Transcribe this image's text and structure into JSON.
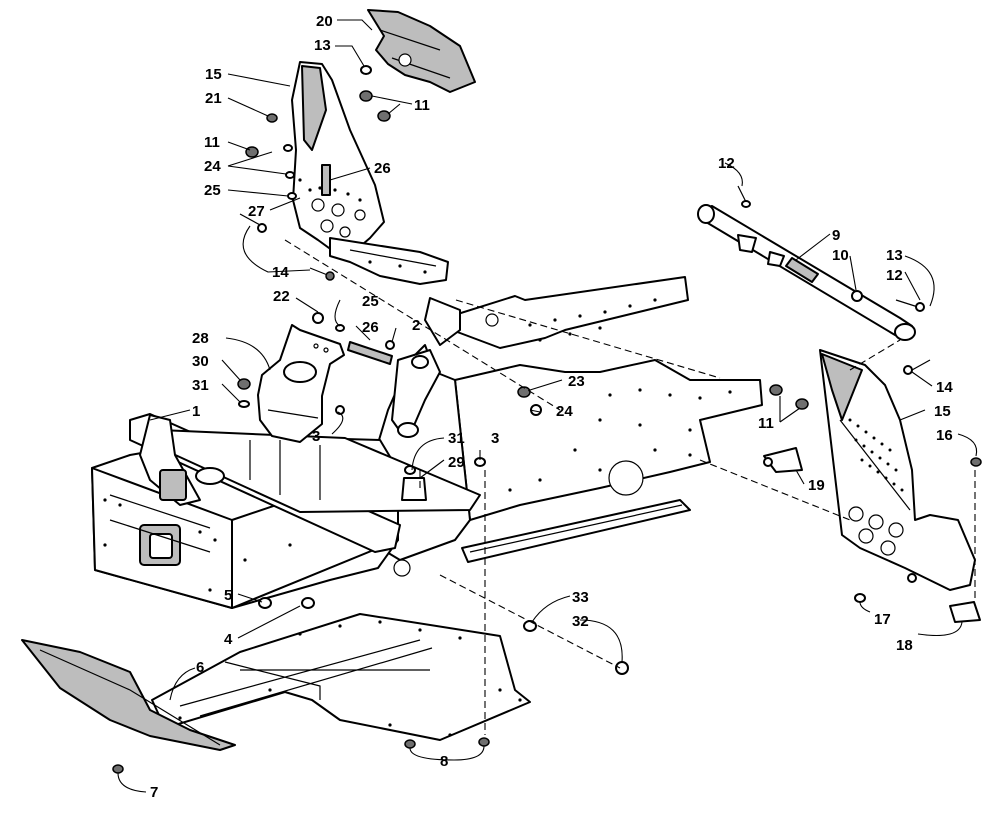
{
  "callouts": [
    {
      "id": "c20",
      "label": "20"
    },
    {
      "id": "c13a",
      "label": "13"
    },
    {
      "id": "c15a",
      "label": "15"
    },
    {
      "id": "c21",
      "label": "21"
    },
    {
      "id": "c11a",
      "label": "11"
    },
    {
      "id": "c11b",
      "label": "11"
    },
    {
      "id": "c24a",
      "label": "24"
    },
    {
      "id": "c26a",
      "label": "26"
    },
    {
      "id": "c25a",
      "label": "25"
    },
    {
      "id": "c27",
      "label": "27"
    },
    {
      "id": "c14a",
      "label": "14"
    },
    {
      "id": "c22",
      "label": "22"
    },
    {
      "id": "c25b",
      "label": "25"
    },
    {
      "id": "c26b",
      "label": "26"
    },
    {
      "id": "c2",
      "label": "2"
    },
    {
      "id": "c28",
      "label": "28"
    },
    {
      "id": "c30",
      "label": "30"
    },
    {
      "id": "c31a",
      "label": "31"
    },
    {
      "id": "c1",
      "label": "1"
    },
    {
      "id": "c3a",
      "label": "3"
    },
    {
      "id": "c23",
      "label": "23"
    },
    {
      "id": "c24b",
      "label": "24"
    },
    {
      "id": "c31b",
      "label": "31"
    },
    {
      "id": "c3b",
      "label": "3"
    },
    {
      "id": "c29",
      "label": "29"
    },
    {
      "id": "c12a",
      "label": "12"
    },
    {
      "id": "c9",
      "label": "9"
    },
    {
      "id": "c10",
      "label": "10"
    },
    {
      "id": "c13b",
      "label": "13"
    },
    {
      "id": "c12b",
      "label": "12"
    },
    {
      "id": "c14b",
      "label": "14"
    },
    {
      "id": "c11c",
      "label": "11"
    },
    {
      "id": "c15b",
      "label": "15"
    },
    {
      "id": "c16",
      "label": "16"
    },
    {
      "id": "c19",
      "label": "19"
    },
    {
      "id": "c17",
      "label": "17"
    },
    {
      "id": "c18",
      "label": "18"
    },
    {
      "id": "c5",
      "label": "5"
    },
    {
      "id": "c4",
      "label": "4"
    },
    {
      "id": "c6",
      "label": "6"
    },
    {
      "id": "c33",
      "label": "33"
    },
    {
      "id": "c32",
      "label": "32"
    },
    {
      "id": "c8",
      "label": "8"
    },
    {
      "id": "c7",
      "label": "7"
    }
  ]
}
